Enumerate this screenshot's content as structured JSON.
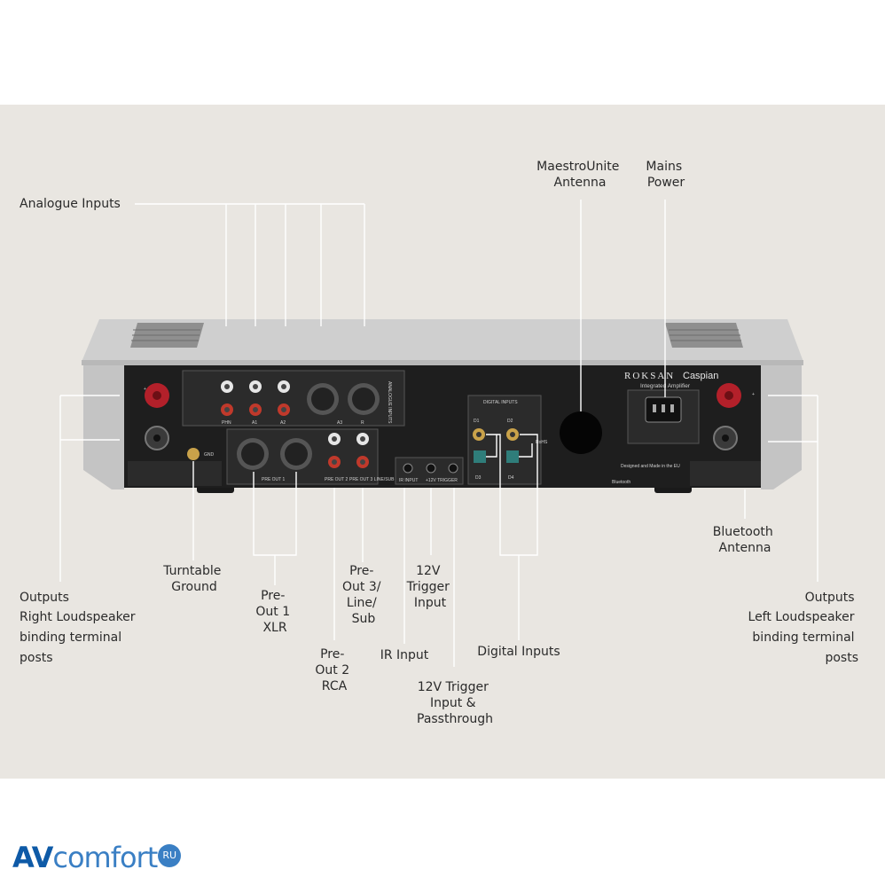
{
  "labels": {
    "analogue_inputs": "Analogue Inputs",
    "maestrounite_antenna": [
      "MaestroUnite",
      "Antenna"
    ],
    "mains_power": [
      "Mains",
      "Power"
    ],
    "turntable_ground": [
      "Turntable",
      "Ground"
    ],
    "pre_out_1": [
      "Pre-",
      "Out 1",
      "XLR"
    ],
    "pre_out_2": [
      "Pre-",
      "Out 2",
      "RCA"
    ],
    "pre_out_3": [
      "Pre-",
      "Out 3/",
      "Line/",
      "Sub"
    ],
    "trigger_input": [
      "12V",
      "Trigger",
      "Input"
    ],
    "ir_input": "IR Input",
    "trigger_passthrough": [
      "12V Trigger",
      "Input &",
      "Passthrough"
    ],
    "digital_inputs": "Digital Inputs",
    "bluetooth_antenna": [
      "Bluetooth",
      "Antenna"
    ],
    "outputs_right": [
      "Outputs",
      "Right Loudspeaker",
      "binding terminal",
      "posts"
    ],
    "outputs_left": [
      "Outputs",
      "Left Loudspeaker",
      "binding terminal",
      "posts"
    ]
  },
  "device": {
    "brand": "ROKSAN",
    "model": "Caspian",
    "subtitle": "Integrated Amplifier",
    "panel_text": {
      "analogue_inputs": "ANALOGUE INPUTS",
      "digital_inputs": "DIGITAL INPUTS",
      "phono": "PHN",
      "a1": "A1",
      "a2": "A2",
      "a3": "A3",
      "a4": "R",
      "gnd": "GND",
      "pre_out_1": "PRE OUT 1",
      "pre_out_2": "PRE OUT 2",
      "pre_out_3": "PRE OUT 3 LINE/SUB",
      "ir_input": "IR INPUT",
      "trigger": "+12V TRIGGER",
      "d1": "D1",
      "d2": "D2",
      "d3": "D3",
      "d4": "D4",
      "made_in": "Designed and Made in the EU",
      "bluetooth": "Bluetooth",
      "rohs": "RoHS"
    }
  },
  "watermark": {
    "part1": "AV",
    "part2": "comfort",
    "badge": "RU"
  },
  "colors": {
    "background": "#e9e6e1",
    "chassis": "#c9c9c9",
    "back_panel": "#1e1e1e",
    "terminal_red": "#b3202a",
    "watermark_blue": "#0e5aa7"
  }
}
